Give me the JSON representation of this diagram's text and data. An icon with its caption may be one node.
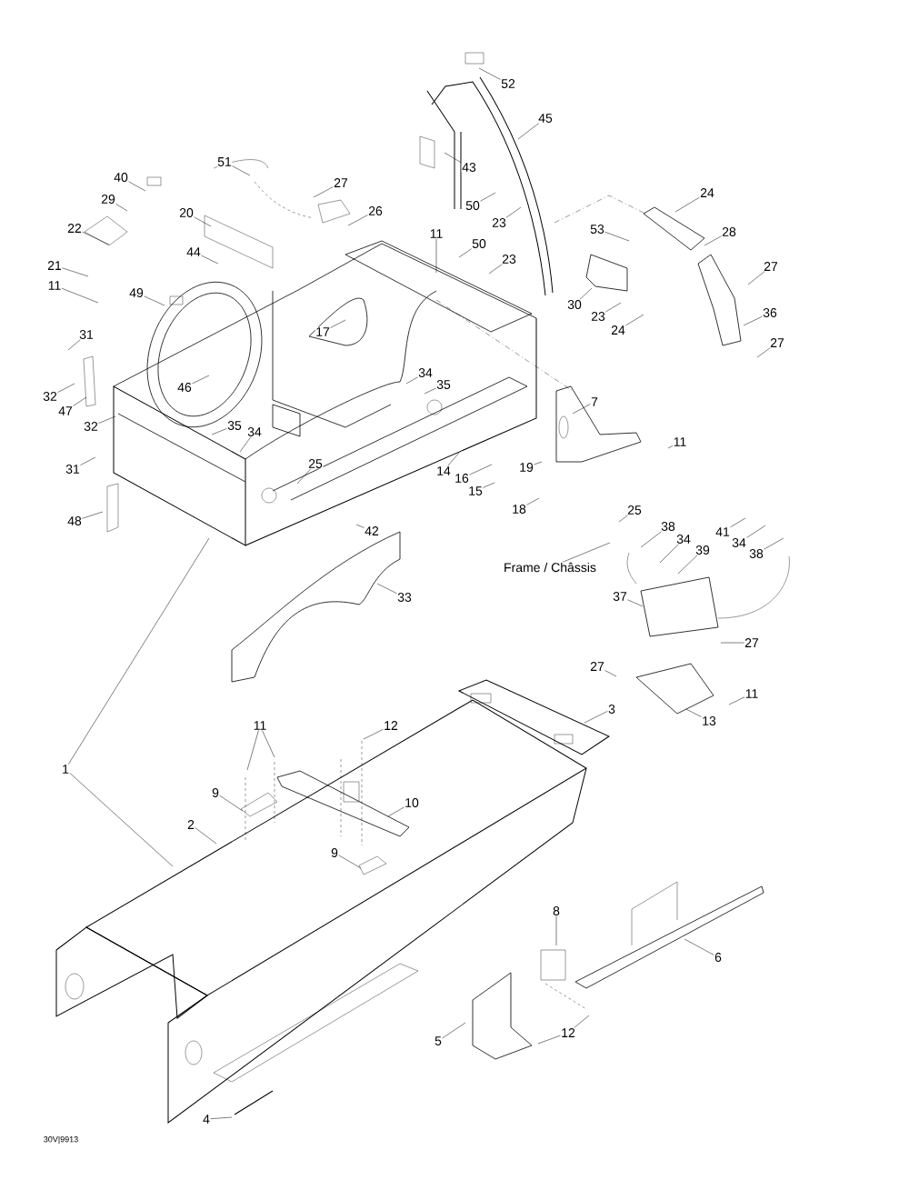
{
  "diagram": {
    "nodes": [
      {
        "text": [
          "52"
        ]
      },
      {
        "text": [
          "45"
        ]
      },
      {
        "text": [
          "43"
        ]
      },
      {
        "text": [
          "51"
        ]
      },
      {
        "text": [
          "40"
        ]
      },
      {
        "text": [
          "27"
        ]
      },
      {
        "text": [
          "24"
        ]
      },
      {
        "text": [
          "29"
        ]
      },
      {
        "text": [
          "50"
        ]
      },
      {
        "text": [
          "26"
        ]
      },
      {
        "text": [
          "20"
        ]
      },
      {
        "text": [
          "23"
        ]
      },
      {
        "text": [
          "22"
        ]
      },
      {
        "text": [
          "53"
        ]
      },
      {
        "text": [
          "28"
        ]
      },
      {
        "text": [
          "11"
        ]
      },
      {
        "text": [
          "50"
        ]
      },
      {
        "text": [
          "44"
        ]
      },
      {
        "text": [
          "23"
        ]
      },
      {
        "text": [
          "21"
        ]
      },
      {
        "text": [
          "27"
        ]
      },
      {
        "text": [
          "11"
        ]
      },
      {
        "text": [
          "49"
        ]
      },
      {
        "text": [
          "30"
        ]
      },
      {
        "text": [
          "36"
        ]
      },
      {
        "text": [
          "23"
        ]
      },
      {
        "text": [
          "24"
        ]
      },
      {
        "text": [
          "17"
        ]
      },
      {
        "text": [
          "31"
        ]
      },
      {
        "text": [
          "27"
        ]
      },
      {
        "text": [
          "34"
        ]
      },
      {
        "text": [
          "35"
        ]
      },
      {
        "text": [
          "46"
        ]
      },
      {
        "text": [
          "32"
        ]
      },
      {
        "text": [
          "7"
        ]
      },
      {
        "text": [
          "47"
        ]
      },
      {
        "text": [
          "35"
        ]
      },
      {
        "text": [
          "32"
        ]
      },
      {
        "text": [
          "34"
        ]
      },
      {
        "text": [
          "11"
        ]
      },
      {
        "text": [
          "25"
        ]
      },
      {
        "text": [
          "19"
        ]
      },
      {
        "text": [
          "31"
        ]
      },
      {
        "text": [
          "14"
        ]
      },
      {
        "text": [
          "16"
        ]
      },
      {
        "text": [
          "15"
        ]
      },
      {
        "text": [
          "18"
        ]
      },
      {
        "text": [
          "25"
        ]
      },
      {
        "text": [
          "48"
        ]
      },
      {
        "text": [
          "38"
        ]
      },
      {
        "text": [
          "42"
        ]
      },
      {
        "text": [
          "41"
        ]
      },
      {
        "text": [
          "34"
        ]
      },
      {
        "text": [
          "34"
        ]
      },
      {
        "text": [
          "39"
        ]
      },
      {
        "text": [
          "38"
        ]
      },
      {
        "text": [
          "Frame / Châssis"
        ]
      },
      {
        "text": [
          "37"
        ]
      },
      {
        "text": [
          "33"
        ]
      },
      {
        "text": [
          "27"
        ]
      },
      {
        "text": [
          "27"
        ]
      },
      {
        "text": [
          "11"
        ]
      },
      {
        "text": [
          "3"
        ]
      },
      {
        "text": [
          "13"
        ]
      },
      {
        "text": [
          "11"
        ]
      },
      {
        "text": [
          "12"
        ]
      },
      {
        "text": [
          "1"
        ]
      },
      {
        "text": [
          "9"
        ]
      },
      {
        "text": [
          "10"
        ]
      },
      {
        "text": [
          "2"
        ]
      },
      {
        "text": [
          "9"
        ]
      },
      {
        "text": [
          "8"
        ]
      },
      {
        "text": [
          "6"
        ]
      },
      {
        "text": [
          "12"
        ]
      },
      {
        "text": [
          "5"
        ]
      },
      {
        "text": [
          "4"
        ]
      }
    ],
    "edges": [
      {
        "from": 0,
        "to": null,
        "arrow": "none"
      },
      {
        "from": 1,
        "to": null,
        "arrow": "none"
      },
      {
        "from": 2,
        "to": null,
        "arrow": "none"
      },
      {
        "from": 3,
        "to": null,
        "arrow": "none"
      },
      {
        "from": 4,
        "to": null,
        "arrow": "none"
      },
      {
        "from": 5,
        "to": null,
        "arrow": "none"
      },
      {
        "from": 6,
        "to": null,
        "arrow": "none"
      },
      {
        "from": 7,
        "to": null,
        "arrow": "none"
      },
      {
        "from": 8,
        "to": null,
        "arrow": "none"
      },
      {
        "from": 9,
        "to": null,
        "arrow": "none"
      },
      {
        "from": 10,
        "to": null,
        "arrow": "none"
      },
      {
        "from": 11,
        "to": null,
        "arrow": "none"
      },
      {
        "from": 12,
        "to": null,
        "arrow": "none"
      },
      {
        "from": 13,
        "to": null,
        "arrow": "none"
      },
      {
        "from": 14,
        "to": null,
        "arrow": "none"
      },
      {
        "from": 15,
        "to": null,
        "arrow": "none"
      },
      {
        "from": 16,
        "to": null,
        "arrow": "none"
      },
      {
        "from": 17,
        "to": null,
        "arrow": "none"
      },
      {
        "from": 18,
        "to": null,
        "arrow": "none"
      },
      {
        "from": 19,
        "to": null,
        "arrow": "none"
      },
      {
        "from": 20,
        "to": null,
        "arrow": "none"
      },
      {
        "from": 21,
        "to": null,
        "arrow": "none"
      },
      {
        "from": 22,
        "to": null,
        "arrow": "none"
      },
      {
        "from": 23,
        "to": null,
        "arrow": "none"
      },
      {
        "from": 24,
        "to": null,
        "arrow": "none"
      },
      {
        "from": 25,
        "to": null,
        "arrow": "none"
      },
      {
        "from": 26,
        "to": null,
        "arrow": "none"
      },
      {
        "from": 27,
        "to": null,
        "arrow": "none"
      },
      {
        "from": 28,
        "to": null,
        "arrow": "none"
      },
      {
        "from": 29,
        "to": null,
        "arrow": "none"
      },
      {
        "from": 30,
        "to": null,
        "arrow": "none"
      },
      {
        "from": 31,
        "to": null,
        "arrow": "none"
      },
      {
        "from": 32,
        "to": null,
        "arrow": "none"
      },
      {
        "from": 33,
        "to": null,
        "arrow": "none"
      },
      {
        "from": 34,
        "to": null,
        "arrow": "none"
      },
      {
        "from": 35,
        "to": null,
        "arrow": "none"
      },
      {
        "from": 36,
        "to": null,
        "arrow": "none"
      },
      {
        "from": 37,
        "to": null,
        "arrow": "none"
      },
      {
        "from": 38,
        "to": null,
        "arrow": "none"
      },
      {
        "from": 39,
        "to": null,
        "arrow": "none"
      },
      {
        "from": 40,
        "to": null,
        "arrow": "none"
      },
      {
        "from": 41,
        "to": null,
        "arrow": "none"
      },
      {
        "from": 42,
        "to": null,
        "arrow": "none"
      },
      {
        "from": 43,
        "to": null,
        "arrow": "none"
      },
      {
        "from": 44,
        "to": null,
        "arrow": "none"
      },
      {
        "from": 45,
        "to": null,
        "arrow": "none"
      },
      {
        "from": 46,
        "to": null,
        "arrow": "none"
      },
      {
        "from": 47,
        "to": null,
        "arrow": "none"
      },
      {
        "from": 48,
        "to": null,
        "arrow": "none"
      },
      {
        "from": 49,
        "to": null,
        "arrow": "none"
      },
      {
        "from": 50,
        "to": null,
        "arrow": "none"
      },
      {
        "from": 51,
        "to": null,
        "arrow": "none"
      },
      {
        "from": 52,
        "to": null,
        "arrow": "none"
      },
      {
        "from": 53,
        "to": null,
        "arrow": "none"
      },
      {
        "from": 54,
        "to": null,
        "arrow": "none"
      },
      {
        "from": 55,
        "to": null,
        "arrow": "none"
      },
      {
        "from": 56,
        "to": null,
        "arrow": "none"
      },
      {
        "from": 57,
        "to": null,
        "arrow": "none"
      },
      {
        "from": 58,
        "to": null,
        "arrow": "none"
      },
      {
        "from": 59,
        "to": null,
        "arrow": "none"
      },
      {
        "from": 60,
        "to": null,
        "arrow": "none"
      },
      {
        "from": 61,
        "to": null,
        "arrow": "none"
      },
      {
        "from": 62,
        "to": null,
        "arrow": "none"
      },
      {
        "from": 63,
        "to": null,
        "arrow": "none"
      },
      {
        "from": 64,
        "to": null,
        "arrow": "none"
      },
      {
        "from": 64,
        "to": null,
        "arrow": "none"
      },
      {
        "from": 65,
        "to": null,
        "arrow": "none"
      },
      {
        "from": 66,
        "to": null,
        "arrow": "none"
      },
      {
        "from": 66,
        "to": null,
        "arrow": "none"
      },
      {
        "from": 67,
        "to": null,
        "arrow": "none"
      },
      {
        "from": 68,
        "to": null,
        "arrow": "none"
      },
      {
        "from": 69,
        "to": null,
        "arrow": "none"
      },
      {
        "from": 70,
        "to": null,
        "arrow": "none"
      },
      {
        "from": 71,
        "to": null,
        "arrow": "none"
      },
      {
        "from": 72,
        "to": null,
        "arrow": "none"
      },
      {
        "from": 73,
        "to": null,
        "arrow": "none"
      },
      {
        "from": 73,
        "to": null,
        "arrow": "none"
      },
      {
        "from": 74,
        "to": null,
        "arrow": "none"
      },
      {
        "from": 75,
        "to": null,
        "arrow": "none"
      }
    ],
    "labels": [
      "30V|9913"
    ]
  }
}
